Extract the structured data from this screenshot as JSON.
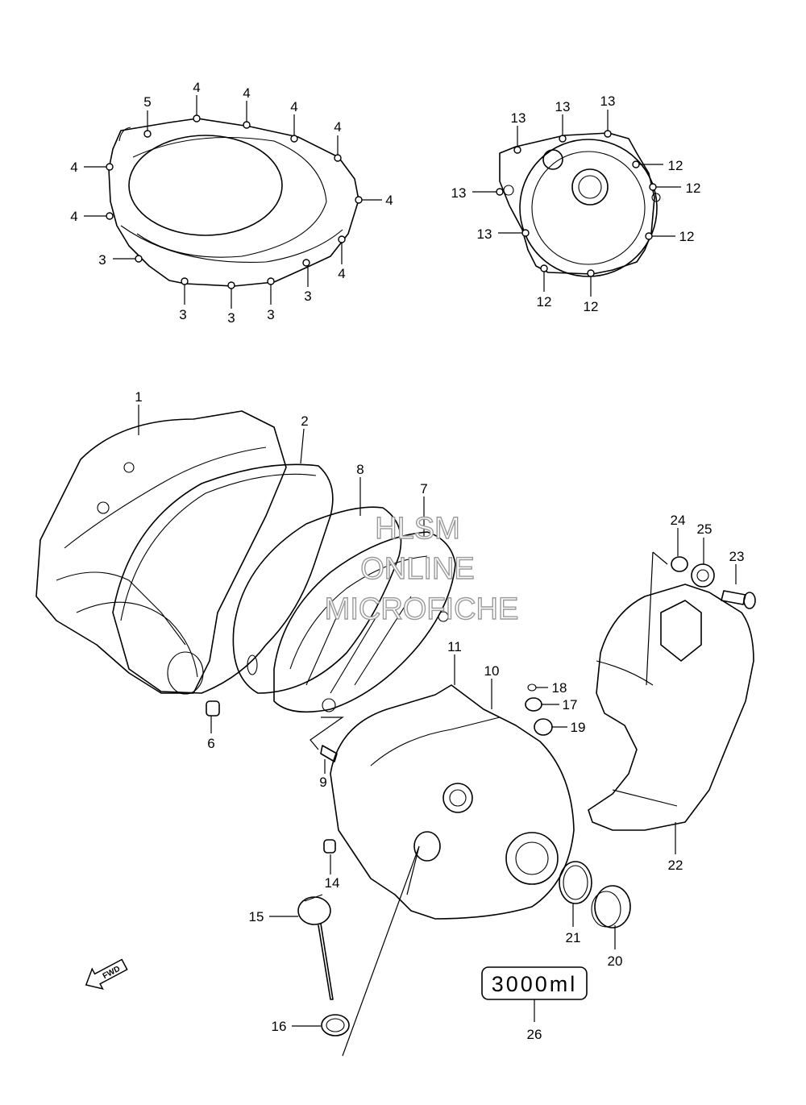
{
  "callouts": [
    "1",
    "2",
    "3",
    "4",
    "5",
    "6",
    "7",
    "8",
    "9",
    "10",
    "11",
    "12",
    "13",
    "14",
    "15",
    "16",
    "17",
    "18",
    "19",
    "20",
    "21",
    "22",
    "23",
    "24",
    "25",
    "26"
  ],
  "capacity_tag": "3000ml",
  "fwd_arrow_text": "FWD",
  "watermark": [
    "HLSM",
    "ONLINE",
    "MICROFICHE"
  ]
}
